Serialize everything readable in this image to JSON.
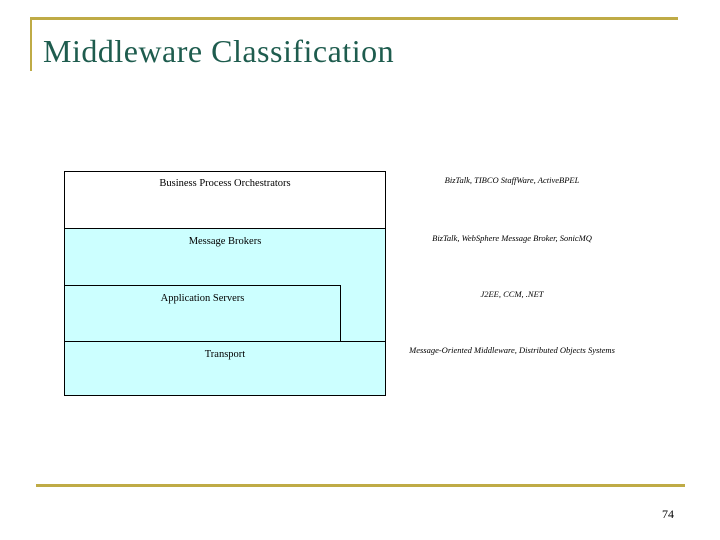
{
  "slide": {
    "title": "Middleware Classification",
    "page_number": "74",
    "colors": {
      "title_green": "#1E5C4E",
      "accent_gold": "#BFAB46",
      "layer_cyan": "#CCFFFF",
      "border_black": "#000000"
    },
    "diagram": {
      "layers": [
        {
          "label": "Business Process Orchestrators",
          "examples": "BizTalk, TIBCO StaffWare, ActiveBPEL"
        },
        {
          "label": "Message Brokers",
          "examples": "BizTalk, WebSphere Message Broker, SonicMQ"
        },
        {
          "label": "Application Servers",
          "examples": "J2EE, CCM, .NET"
        },
        {
          "label": "Transport",
          "examples": "Message-Oriented Middleware, Distributed Objects Systems"
        }
      ]
    }
  }
}
